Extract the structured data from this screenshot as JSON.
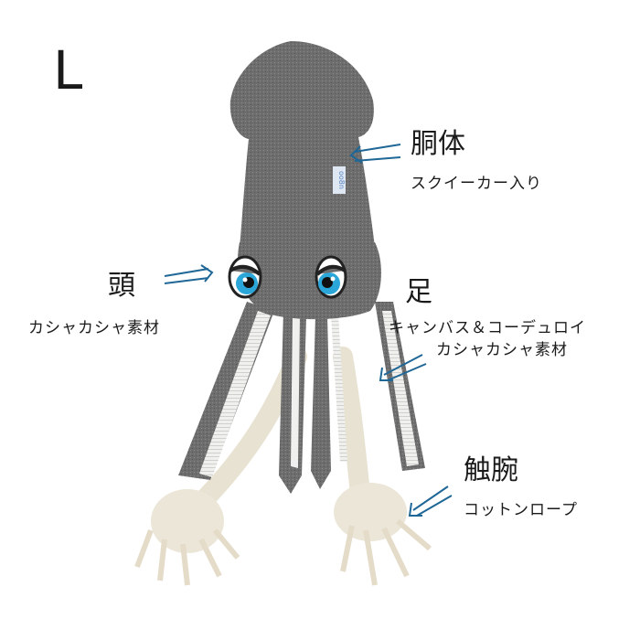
{
  "size_label": "L",
  "accent_color": "#1f6796",
  "fabric_color": "#6b6b6b",
  "rope_color": "#ece6d8",
  "tag_text": "oo8n",
  "parts": {
    "body": {
      "title": "胴体",
      "desc_lines": [
        "スクイーカー入り"
      ]
    },
    "head": {
      "title": "頭",
      "desc_lines": [
        "カシャカシャ素材"
      ]
    },
    "legs": {
      "title": "足",
      "desc_lines": [
        "キャンバス＆コーデュロイ",
        "カシャカシャ素材"
      ]
    },
    "tentacles": {
      "title": "触腕",
      "desc_lines": [
        "コットンロープ"
      ]
    }
  }
}
